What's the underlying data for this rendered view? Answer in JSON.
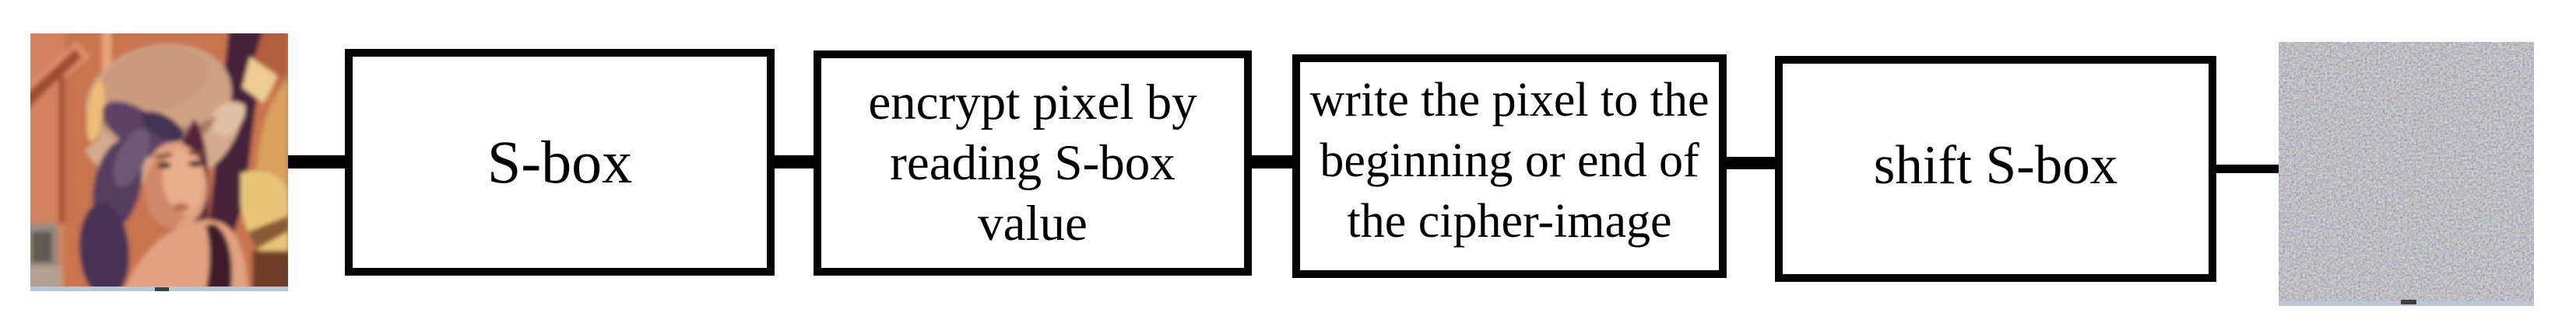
{
  "page": {
    "background": "#ffffff"
  },
  "diagram": {
    "type": "flowchart",
    "direction": "left-to-right",
    "colors": {
      "box_border": "#040404",
      "box_fill": "#ffffff",
      "connector": "#000000",
      "text": "#000000",
      "selection_strip": "#b9c6da",
      "selection_handle": "#3f3f3f",
      "noise_average": "#8a888f"
    },
    "images": [
      {
        "name": "lena-plain-image"
      },
      {
        "name": "cipher-noise-image"
      }
    ],
    "boxes": [
      {
        "id": "sbox",
        "label": "S-box",
        "lines": [
          "S-box"
        ]
      },
      {
        "id": "encrypt",
        "label": "encrypt pixel by reading S-box value",
        "lines": [
          "encrypt pixel by",
          "reading S-box",
          "value"
        ]
      },
      {
        "id": "write",
        "label": "write the pixel to the beginning or end of the cipher-image",
        "lines": [
          "write the pixel to the",
          "beginning or end of",
          "the cipher-image"
        ]
      },
      {
        "id": "shift",
        "label": "shift S-box",
        "lines": [
          "shift S-box"
        ]
      }
    ]
  }
}
